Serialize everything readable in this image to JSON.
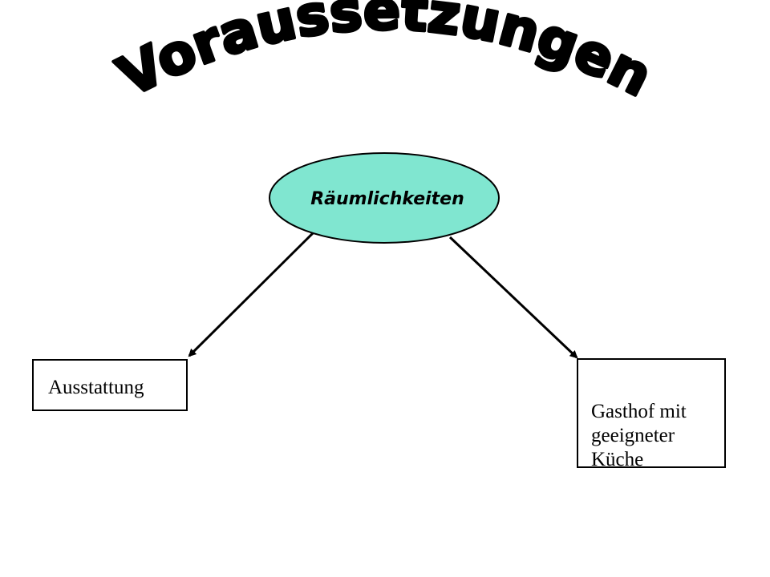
{
  "title": "Voraussetzungen",
  "center_node": {
    "label": "Räumlichkeiten",
    "fill": "#80e6d0"
  },
  "left_node": {
    "label": "Ausstattung"
  },
  "right_node": {
    "label": "Gasthof mit\ngeeigneter\nKüche"
  }
}
